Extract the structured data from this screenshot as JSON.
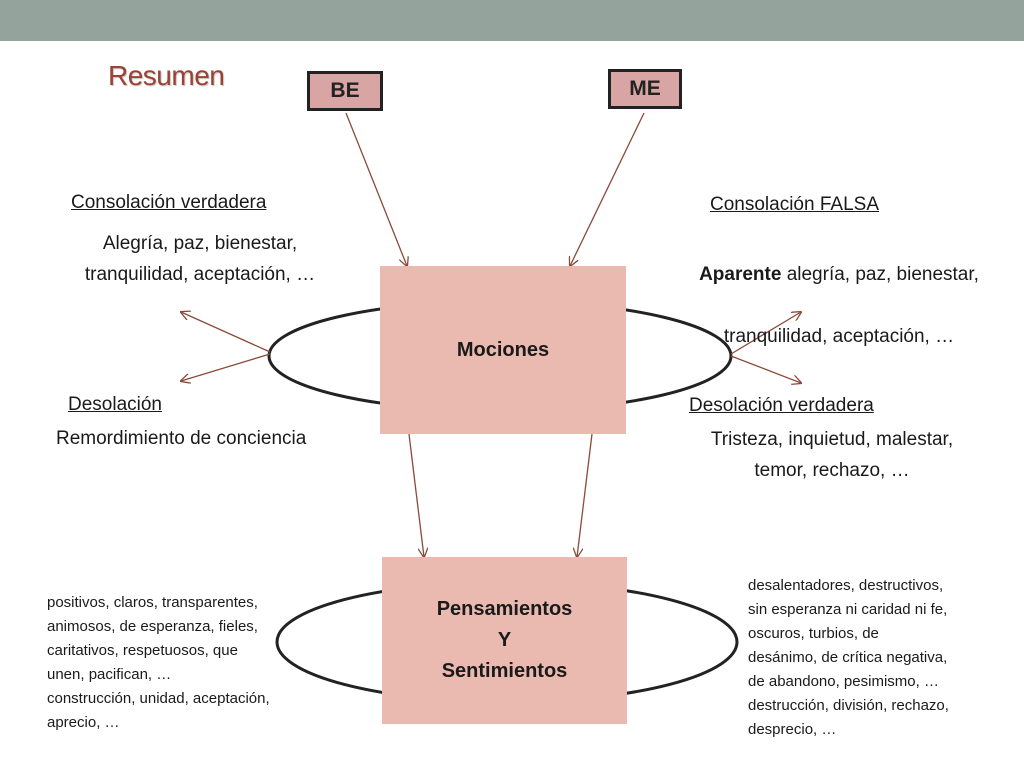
{
  "slide": {
    "title": "Resumen",
    "tag_be": "BE",
    "tag_me": "ME"
  },
  "center": {
    "mociones": "Mociones",
    "pensamientos_line1": "Pensamientos",
    "pensamientos_line2": "Y",
    "pensamientos_line3": "Sentimientos"
  },
  "left_top": {
    "heading": "Consolación verdadera",
    "text": "Alegría, paz, bienestar,\ntranquilidad, aceptación, …"
  },
  "left_bottom": {
    "heading": "Desolación",
    "text": "Remordimiento de conciencia"
  },
  "right_top": {
    "heading": "Consolación FALSA",
    "bold": "Aparente",
    "text_line1_rest": " alegría, paz, bienestar,",
    "text_line2": "tranquilidad, aceptación, …"
  },
  "right_bottom": {
    "heading": "Desolación verdadera",
    "text": "Tristeza, inquietud, malestar,\ntemor, rechazo, …"
  },
  "left_list": {
    "text": "positivos, claros, transparentes,\nanimosos, de esperanza, fieles,\ncaritativos, respetuosos, que\nunen, pacifican, …\nconstrucción, unidad, aceptación,\naprecio, …"
  },
  "right_list": {
    "text": "desalentadores, destructivos,\nsin esperanza ni caridad ni fe,\noscuros, turbios, de\ndesánimo, de crítica negativa,\nde abandono, pesimismo, …\ndestrucción, división, rechazo,\ndesprecio, …"
  },
  "colors": {
    "top_bar": "#94a39b",
    "title": "#9c4134",
    "box_fill": "#eab9af",
    "tag_fill": "#d9a5a4",
    "arrow": "#8a4a3a",
    "ellipse": "#222222"
  }
}
